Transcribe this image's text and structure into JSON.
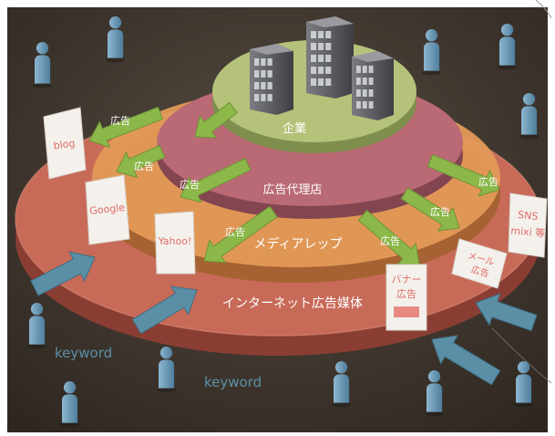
{
  "layers": {
    "company": "企業",
    "agency": "広告代理店",
    "media_rep": "メディアレップ",
    "internet_media": "インターネット広告媒体"
  },
  "arrow_label": "広告",
  "media_cards": {
    "blog": "blog",
    "google": "Google",
    "yahoo": "Yahoo!",
    "sns_line1": "SNS",
    "sns_line2": "mixi 等",
    "mail_line1": "メール",
    "mail_line2": "広告",
    "banner_line1": "バナー",
    "banner_line2": "広告"
  },
  "keywords": {
    "left": "keyword",
    "bottom": "keyword"
  },
  "colors": {
    "background": "#3d352d",
    "outer_tier": "#c86a58",
    "media_rep_tier": "#e39a58",
    "agency_tier": "#b96a74",
    "company_tier": "#b5c27a",
    "ad_arrow": "#8cb84a",
    "keyword_arrow": "#5b8fa6",
    "person": "#6f9cb8",
    "card_text": "#e06b67"
  },
  "icons": {
    "building": "office-building-icon",
    "person": "person-icon"
  }
}
